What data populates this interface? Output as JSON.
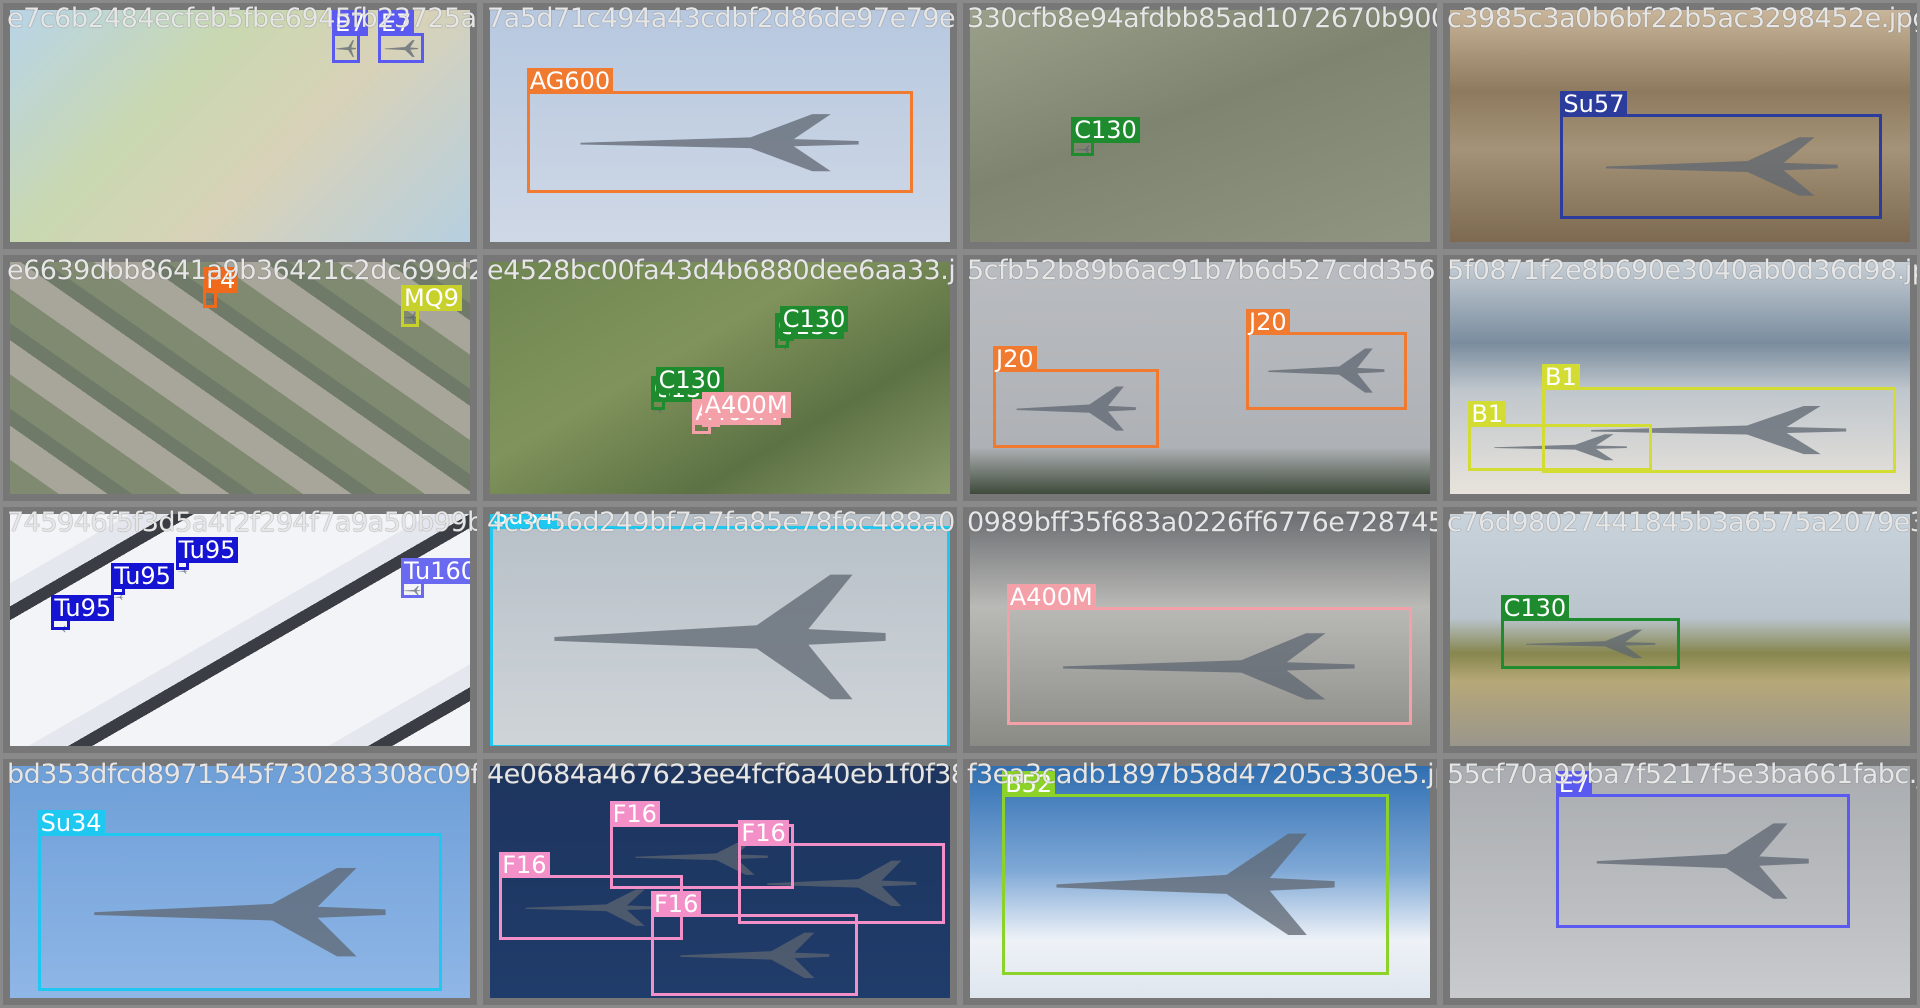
{
  "colors": {
    "E7": "#5a5af0",
    "AG600": "#f07a30",
    "C130": "#1e8c2e",
    "Su57": "#2c3c9c",
    "F4": "#f06a1c",
    "MQ9": "#c8d02c",
    "A400M": "#f4a0a8",
    "J20": "#f07a30",
    "B1": "#d2dc32",
    "Tu95": "#1414d2",
    "Tu160": "#6a6af0",
    "Su34": "#1ec8f0",
    "F16": "#f490c8",
    "B52": "#8cd228"
  },
  "tiles": [
    {
      "file": "e7c6b2484ecfeb5fbe6945fb23725ad.jpg",
      "scene": "map",
      "boxes": [
        {
          "label": "E7"
        },
        {
          "label": "E7"
        }
      ]
    },
    {
      "file": "7a5d71c494a43cdbf2d86de97e79e0630.jpg",
      "scene": "sky-light",
      "boxes": [
        {
          "label": "AG600"
        }
      ]
    },
    {
      "file": "330cfb8e94afdbb85ad1072670b9006.jpg",
      "scene": "aerial-runway",
      "boxes": [
        {
          "label": "C130"
        }
      ]
    },
    {
      "file": "c3985c3a0b6bf22b5ac3298452e.jpg",
      "scene": "airfield-low",
      "boxes": [
        {
          "label": "Su57"
        }
      ]
    },
    {
      "file": "e6639dbb8641a9b36421c2dc699d26920.jpg",
      "scene": "aerial-town",
      "boxes": [
        {
          "label": "F4"
        },
        {
          "label": "MQ9"
        }
      ]
    },
    {
      "file": "e4528bc00fa43d4b6880dee6aa33.jpg",
      "scene": "aerial-green",
      "boxes": [
        {
          "label": "C130"
        },
        {
          "label": "C130"
        },
        {
          "label": "C130"
        },
        {
          "label": "C130"
        },
        {
          "label": "A400M"
        },
        {
          "label": "A400M"
        }
      ]
    },
    {
      "file": "5cfb52b89b6ac91b7b6d527cdd356.jpg",
      "scene": "haze",
      "boxes": [
        {
          "label": "J20"
        },
        {
          "label": "J20"
        }
      ]
    },
    {
      "file": "5f0871f2e8b690e3040ab0d36d98.jpg",
      "scene": "mountain",
      "boxes": [
        {
          "label": "B1"
        },
        {
          "label": "B1"
        }
      ]
    },
    {
      "file": "745946f5f3d5a4f2f294f7a9a50b99b5.jpg",
      "scene": "snow",
      "boxes": [
        {
          "label": "Tu95"
        },
        {
          "label": "Tu95"
        },
        {
          "label": "Tu95"
        },
        {
          "label": "Tu160"
        }
      ]
    },
    {
      "file": "4c3c56d249bf7a7fa85e78f6c488a0.jpg",
      "scene": "su34-rear",
      "boxes": [
        {
          "label": "Su34"
        }
      ]
    },
    {
      "file": "0989bff35f683a0226ff6776e728745a.jpg",
      "scene": "hangar",
      "boxes": [
        {
          "label": "A400M"
        }
      ]
    },
    {
      "file": "c76d98027441845b3a6575a2079e3.jpg",
      "scene": "field",
      "boxes": [
        {
          "label": "C130"
        }
      ]
    },
    {
      "file": "bd353dfcd8971545f730283308c09f1.jpg",
      "scene": "sky-blue",
      "boxes": [
        {
          "label": "Su34"
        }
      ]
    },
    {
      "file": "4e0684a467623ee4fcf6a40eb1f0f38.jpg",
      "scene": "navy",
      "boxes": [
        {
          "label": "F16"
        },
        {
          "label": "F16"
        },
        {
          "label": "F16"
        },
        {
          "label": "F16"
        }
      ]
    },
    {
      "file": "f3ea3cadb1897b58d47205c330e5.jpg",
      "scene": "clouds",
      "boxes": [
        {
          "label": "B52"
        }
      ]
    },
    {
      "file": "55cf70a99ba7f5217f5e3ba661fabc.jpg",
      "scene": "grey-sky",
      "boxes": [
        {
          "label": "E7"
        }
      ]
    }
  ]
}
